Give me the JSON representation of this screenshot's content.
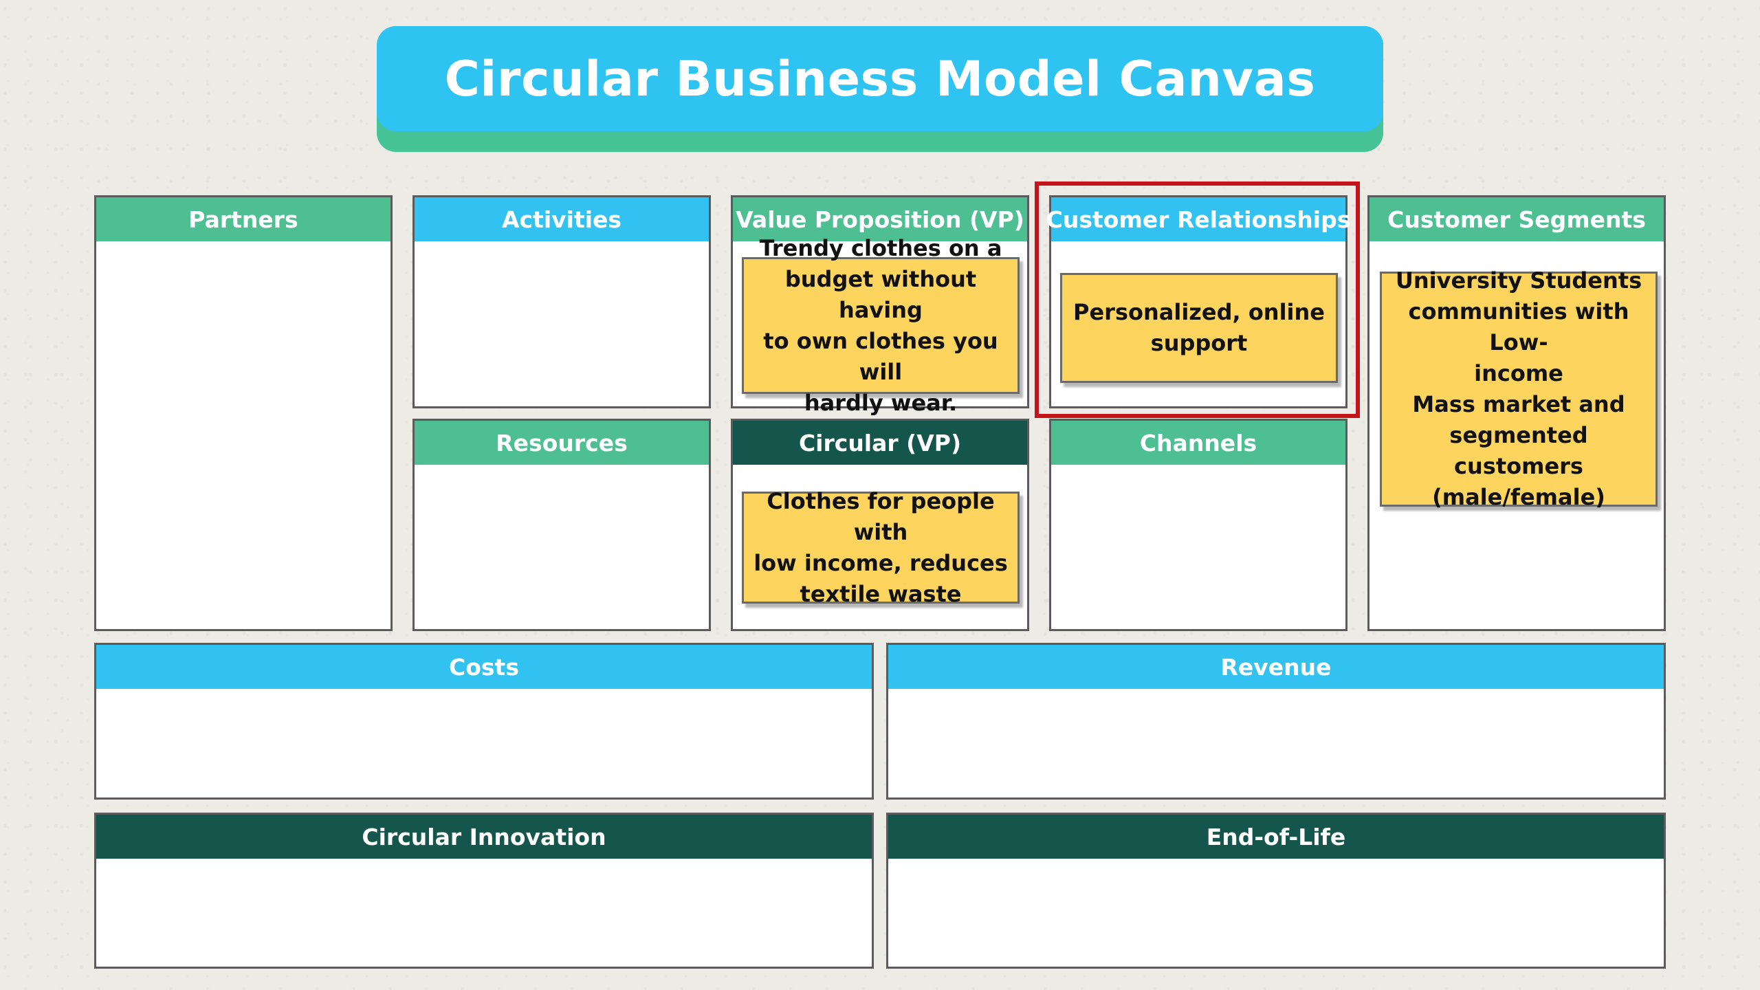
{
  "title": "Circular Business Model Canvas",
  "blocks": {
    "partners": "Partners",
    "activities": "Activities",
    "value_proposition": "Value Proposition (VP)",
    "customer_relationships": "Customer Relationships",
    "customer_segments": "Customer Segments",
    "resources": "Resources",
    "circular_vp": "Circular (VP)",
    "channels": "Channels",
    "costs": "Costs",
    "revenue": "Revenue",
    "circular_innovation": "Circular Innovation",
    "end_of_life": "End-of-Life"
  },
  "notes": {
    "value_proposition": [
      "Trendy clothes on a",
      "budget without having",
      "to own clothes you will",
      "hardly wear."
    ],
    "customer_relationships": [
      "Personalized, online",
      "support"
    ],
    "customer_segments": [
      "University Students",
      "communities with Low-",
      "income",
      "Mass market and",
      "segmented customers",
      "(male/female)"
    ],
    "circular_vp": [
      "Clothes for people with",
      "low income, reduces",
      "textile waste"
    ]
  },
  "colors": {
    "title_background": "#2fc3f1",
    "title_shadow": "#46c397",
    "header_green": "#4dbf92",
    "header_blue": "#31c2f1",
    "header_dark": "#14564c",
    "sticky_note": "#fdd55e",
    "highlight_border": "#c4141a"
  }
}
